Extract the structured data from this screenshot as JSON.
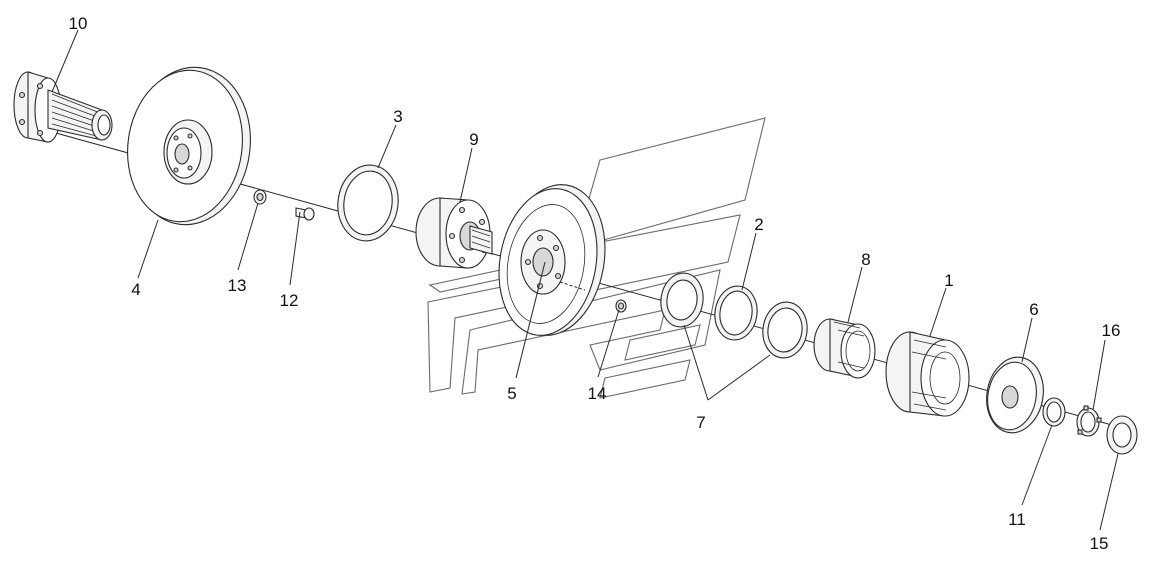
{
  "diagram": {
    "labels": [
      {
        "id": "10",
        "text": "10"
      },
      {
        "id": "4",
        "text": "4"
      },
      {
        "id": "13",
        "text": "13"
      },
      {
        "id": "12",
        "text": "12"
      },
      {
        "id": "3",
        "text": "3"
      },
      {
        "id": "9",
        "text": "9"
      },
      {
        "id": "5",
        "text": "5"
      },
      {
        "id": "14",
        "text": "14"
      },
      {
        "id": "7",
        "text": "7"
      },
      {
        "id": "2",
        "text": "2"
      },
      {
        "id": "8",
        "text": "8"
      },
      {
        "id": "1",
        "text": "1"
      },
      {
        "id": "6",
        "text": "6"
      },
      {
        "id": "16",
        "text": "16"
      },
      {
        "id": "11",
        "text": "11"
      },
      {
        "id": "15",
        "text": "15"
      }
    ]
  }
}
